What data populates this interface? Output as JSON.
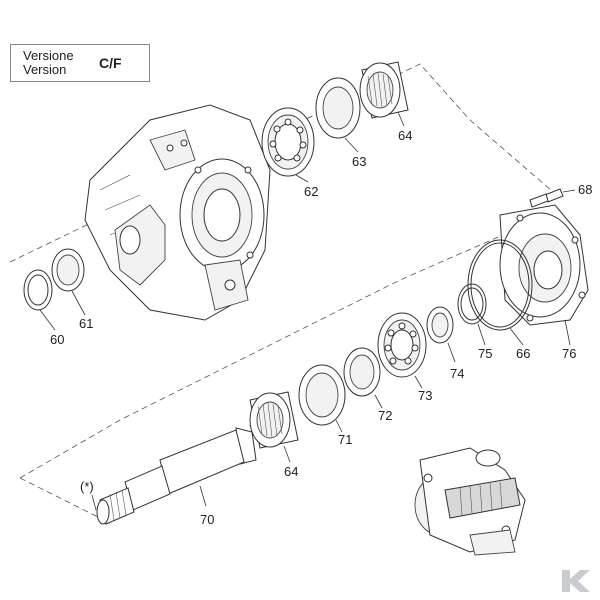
{
  "version": {
    "line1": "Versione",
    "line2": "Version",
    "code": "C/F"
  },
  "callouts": {
    "p60": "60",
    "p61": "61",
    "p62": "62",
    "p63": "63",
    "p64_top": "64",
    "p64_bottom": "64",
    "p66": "66",
    "p68": "68",
    "p70": "70",
    "p71": "71",
    "p72": "72",
    "p73": "73",
    "p74": "74",
    "p75": "75",
    "p76": "76",
    "note": "(*)"
  },
  "colors": {
    "line": "#333333",
    "logo": "#c9ccd0"
  },
  "logo": {
    "icon": "k-brand-logo-icon"
  }
}
